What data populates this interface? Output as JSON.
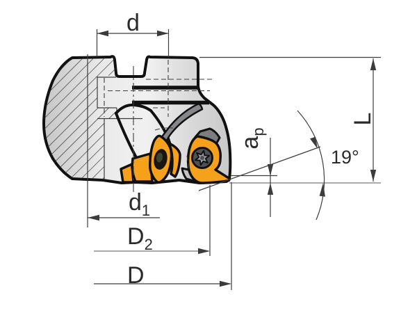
{
  "drawing": {
    "type": "technical-dimension-drawing",
    "subject": "face-milling cutter with indexable inserts, half-section view"
  },
  "labels": {
    "bore_diameter": {
      "base": "d",
      "sub": ""
    },
    "d1": {
      "base": "d",
      "sub": "1"
    },
    "D2": {
      "base": "D",
      "sub": "2"
    },
    "D": {
      "base": "D",
      "sub": ""
    },
    "ap": {
      "base": "a",
      "sub": "p"
    },
    "L": {
      "base": "L",
      "sub": ""
    },
    "angle": "19°"
  },
  "colors": {
    "insert_orange": "#F5A11C",
    "body_light": "#F0F0F0",
    "body_mid": "#D6D6D6",
    "body_dark": "#C2C2C2",
    "outline": "#111111",
    "dim_line": "#3C3C3C",
    "dim_line_grey": "#8F8F8F",
    "screw_dark": "#4E5054",
    "screw_light": "#9A9CA1",
    "pocket_grey": "#85878A",
    "seat_grey": "#7B7D80",
    "hole_dark": "#17170F",
    "hole_highlight": "#3F4431",
    "text": "#2B2B2B"
  }
}
